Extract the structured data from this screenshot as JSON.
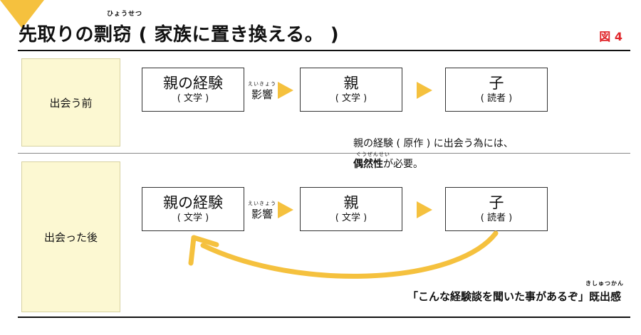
{
  "header": {
    "title_prefix": "先取りの",
    "title_main": "剽窃",
    "title_paren": " ( 家族に置き換える。 )",
    "title_ruby": "ひょうせつ",
    "figure_label": "図 4"
  },
  "stages": {
    "before": "出会う前",
    "after": "出会った後"
  },
  "nodes": {
    "experience": {
      "main": "親の経験",
      "sub": "( 文学 )"
    },
    "parent": {
      "main": "親",
      "sub": "( 文学 )"
    },
    "child": {
      "main": "子",
      "sub": "( 読者 )"
    }
  },
  "influence": {
    "label": "影響",
    "ruby": "えいきょう"
  },
  "condition": {
    "line1": "親の経験 ( 原作 ) に出会う為には、",
    "emphasis": "偶然性",
    "line2_rest": "が必要。",
    "emphasis_ruby": "ぐうぜんせい"
  },
  "quote": {
    "text": "「こんな経験談を聞いた事があるぞ」",
    "term": "既出感",
    "term_ruby": "きしゅつかん"
  },
  "colors": {
    "accent": "#f5c13e",
    "figure_label": "#e0262b",
    "stage_bg": "#fcf8d2"
  }
}
